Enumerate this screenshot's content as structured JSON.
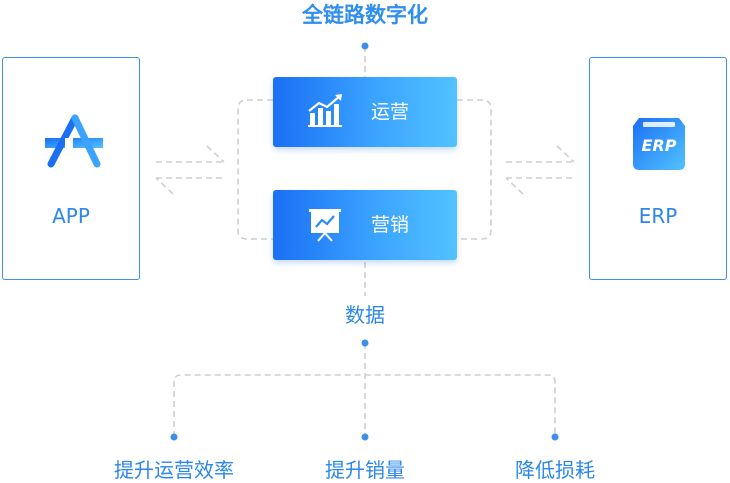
{
  "title": "全链路数字化",
  "left_box": {
    "label": "APP",
    "icon": "app-store-icon"
  },
  "right_box": {
    "label": "ERP",
    "icon": "erp-box-icon",
    "icon_text": "ERP"
  },
  "center": {
    "top_button": {
      "label": "运营",
      "icon": "chart-growth-icon"
    },
    "bottom_button": {
      "label": "营销",
      "icon": "presentation-board-icon"
    }
  },
  "data_label": "数据",
  "outcomes": [
    {
      "label": "提升运营效率"
    },
    {
      "label": "提升销量"
    },
    {
      "label": "降低损耗"
    }
  ],
  "colors": {
    "accent": "#2b87ee",
    "gradient_start": "#1b6ff5",
    "gradient_end": "#52c2ff",
    "connector": "#cccccc"
  }
}
